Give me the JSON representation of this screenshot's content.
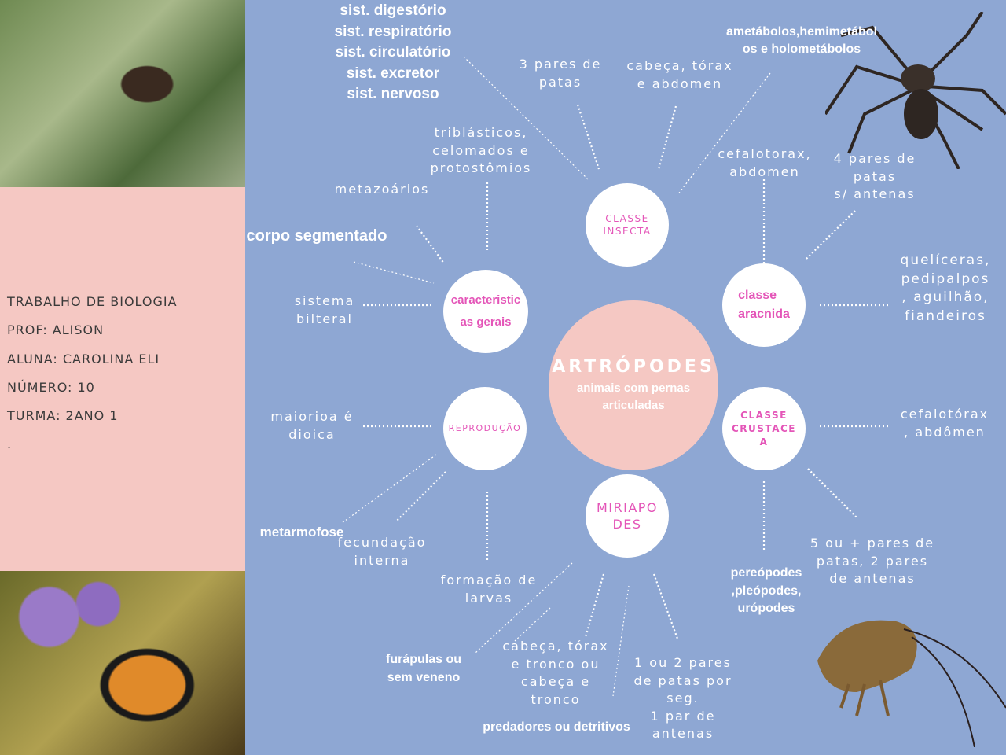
{
  "info": {
    "lines": [
      "TRABALHO DE BIOLOGIA",
      "PROF: ALISON",
      "ALUNA: CAROLINA ELI",
      "NÚMERO: 10",
      "TURMA: 2ANO 1",
      "."
    ]
  },
  "center": {
    "title": "ARTRÓPODES",
    "subtitle": "animais com pernas articuladas"
  },
  "nodes": {
    "insecta": "CLASSE\nINSECTA",
    "caracteristicas": "caracteristic\nas gerais",
    "aracnida": "classe\n   aracnida",
    "reproducao": "REPRODUÇÃO",
    "crustacea": "CLASSE\nCRUSTACE\nA",
    "miriapodes": "MIRIAPO\nDES"
  },
  "labels": {
    "sistemas": "sist. digestório\nsist. respiratório\nsist. circulatório\nsist. excretor\nsist. nervoso",
    "tres_pares": "3 pares de\npatas",
    "cabeca_torax": "cabeça, tórax\ne abdomen",
    "metabolos": "ametábolos,hemimetábol\nos e holometábolos",
    "triblasticos": "triblásticos,\ncelomados e\nprotostômios",
    "metazoarios": "metazoários",
    "corpo": "corpo segmentado",
    "cefalotorax_abd": "cefalotorax,\nabdomen",
    "quatro_pares": "4 pares de\npatas\ns/ antenas",
    "queliceras": "quelíceras,\npedipalpos\n, aguilhão,\nfiandeiros",
    "sistema_bilteral": "sistema\nbilteral",
    "maioria": "maiorioa é\ndioica",
    "cefalotorax_crust": "cefalotórax\n, abdômen",
    "metarmofose": "metarmofose",
    "fecundacao": "fecundação\ninterna",
    "formacao": "formação de\nlarvas",
    "cinco_pares": "5 ou + pares de\npatas, 2 pares\nde antenas",
    "pereopodes": "pereópodes\n,pleópodes,\nurópodes",
    "furapulas": "furápulas ou\nsem veneno",
    "cabeca_tronco": "cabeça, tórax\ne tronco ou\ncabeça e\ntronco",
    "patas_seg": "1 ou 2 pares\nde patas por\nseg.\n1 par de\nantenas",
    "predadores": "predadores ou detritivos"
  },
  "colors": {
    "background": "#8ea7d3",
    "panel": "#f5c8c3",
    "node_text": "#e455b8"
  }
}
